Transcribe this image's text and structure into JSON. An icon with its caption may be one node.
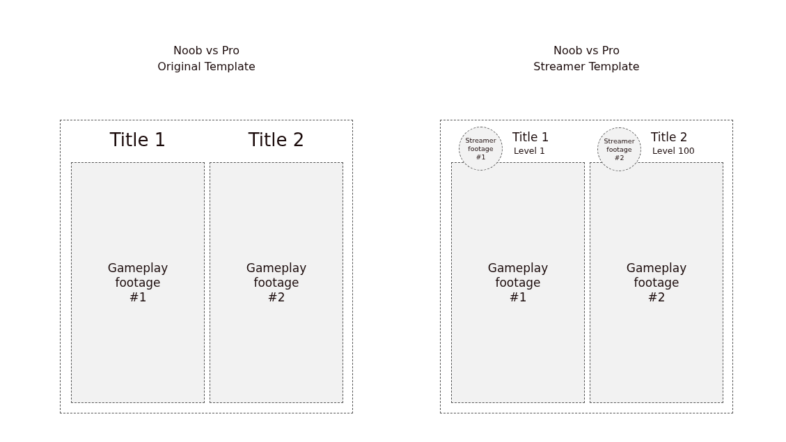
{
  "diagram": {
    "nodes": [
      {
        "text": [
          "Noob vs Pro Original Template"
        ]
      },
      {
        "text": [
          "Gameplay footage #1"
        ],
        "in": 0,
        "beside": [
          "Title 1"
        ]
      },
      {
        "text": [
          "Gameplay footage #2"
        ],
        "in": 0,
        "beside": [
          "Title 2"
        ]
      },
      {
        "text": [
          "Noob vs Pro Streamer Template"
        ]
      },
      {
        "text": [
          "Gameplay footage #1"
        ],
        "in": 3,
        "beside": [
          "Title 1",
          "Level 1"
        ]
      },
      {
        "text": [
          "Gameplay footage #2"
        ],
        "in": 3,
        "beside": [
          "Title 2",
          "Level 100"
        ]
      },
      {
        "text": [
          "Streamer footage #1"
        ],
        "in": 3
      },
      {
        "text": [
          "Streamer footage #2"
        ],
        "in": 3
      }
    ]
  }
}
